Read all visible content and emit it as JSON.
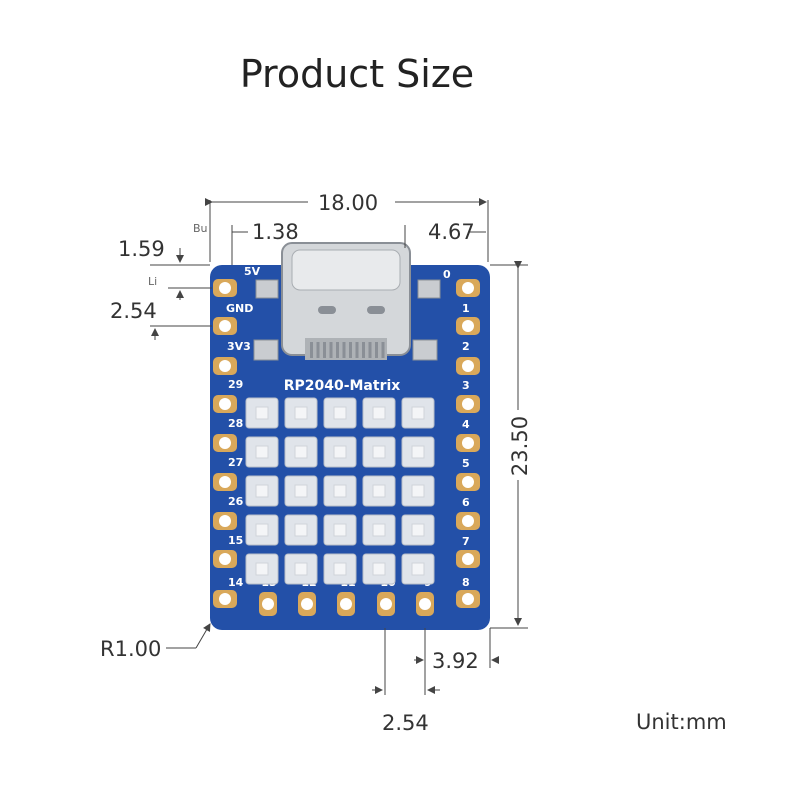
{
  "title": "Product Size",
  "unit_label": "Unit:mm",
  "board": {
    "name": "RP2040-Matrix",
    "pin_labels": {
      "top_left": "5V",
      "gnd": "GND",
      "v33": "3V3",
      "top_right": "0"
    },
    "left_pins": [
      "29",
      "28",
      "27",
      "26",
      "15",
      "14"
    ],
    "right_pins": [
      "1",
      "2",
      "3",
      "4",
      "5",
      "6",
      "7",
      "8"
    ],
    "bottom_pins": [
      "13",
      "12",
      "11",
      "10",
      "9"
    ],
    "led_grid": {
      "rows": 5,
      "cols": 5,
      "color": "#e0e4ea"
    },
    "colors": {
      "pcb": "#2350a8",
      "pad": "#d9a85a",
      "connector": "#c9ccd0"
    }
  },
  "dimensions": {
    "width": "18.00",
    "left_offset": "1.38",
    "right_offset": "4.67",
    "top_offset": "1.59",
    "pin_pitch_left": "2.54",
    "height": "23.50",
    "corner_radius": "R1.00",
    "bottom_right": "3.92",
    "pin_pitch_bottom": "2.54"
  },
  "tiny_labels": {
    "top": "Bu",
    "side": "Li"
  }
}
